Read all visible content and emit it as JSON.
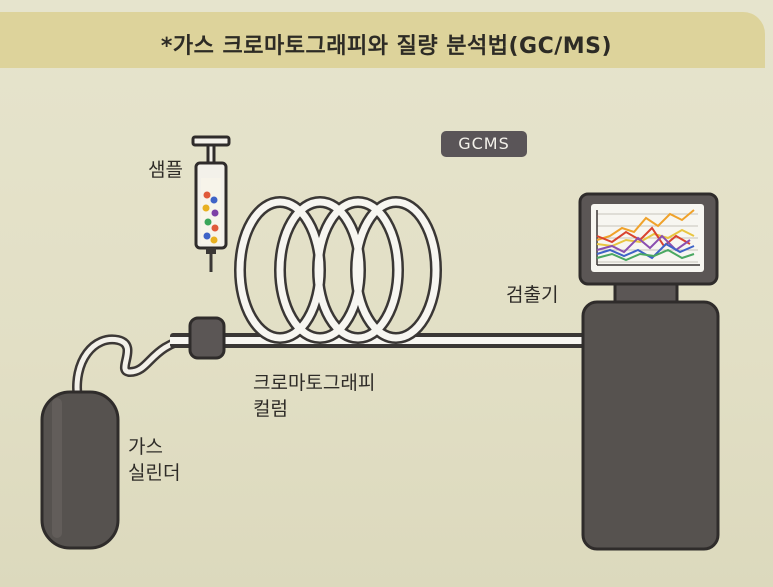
{
  "header": {
    "title": "*가스 크로마토그래피와 질량 분석법(GC/MS)"
  },
  "badge": {
    "label": "GCMS"
  },
  "labels": {
    "sample": "샘플",
    "detector": "검출기",
    "column_line1": "크로마토그래피",
    "column_line2": "컬럼",
    "gas_line1": "가스",
    "gas_line2": "실린더"
  },
  "colors": {
    "background": "#e4e1c8",
    "header_band": "#ddd39b",
    "equipment": "#56524f",
    "tube": "#f7f6f1"
  }
}
